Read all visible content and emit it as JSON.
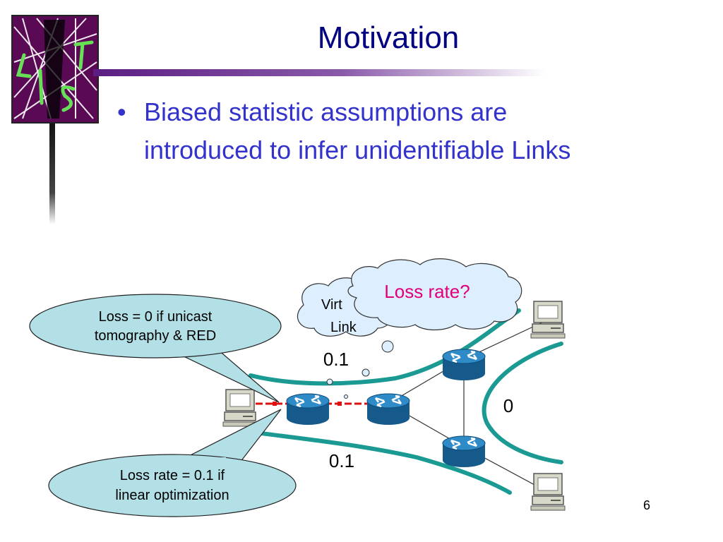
{
  "slide": {
    "title": "Motivation",
    "bullet": "Biased statistic assumptions are introduced to infer unidentifiable Links",
    "page_number": "6"
  },
  "diagram": {
    "callout_unicast": [
      "Loss = 0 if unicast",
      "tomography & RED"
    ],
    "callout_linear": [
      "Loss rate = 0.1 if",
      "linear optimization"
    ],
    "cloud_virtual": [
      "Virt",
      "Link"
    ],
    "cloud_loss": "Loss rate?",
    "label_top": "0.1",
    "label_right": "0",
    "label_bottom": "0.1",
    "colors": {
      "callout_fill": "#b3e0e6",
      "curve": "#1a9a92",
      "router": "#1b6fa8",
      "cloud_loss_text": "#e0007a",
      "title": "#000080",
      "bullet": "#3333cc"
    },
    "icons": [
      "logo-icon",
      "router-icon",
      "computer-icon"
    ]
  }
}
